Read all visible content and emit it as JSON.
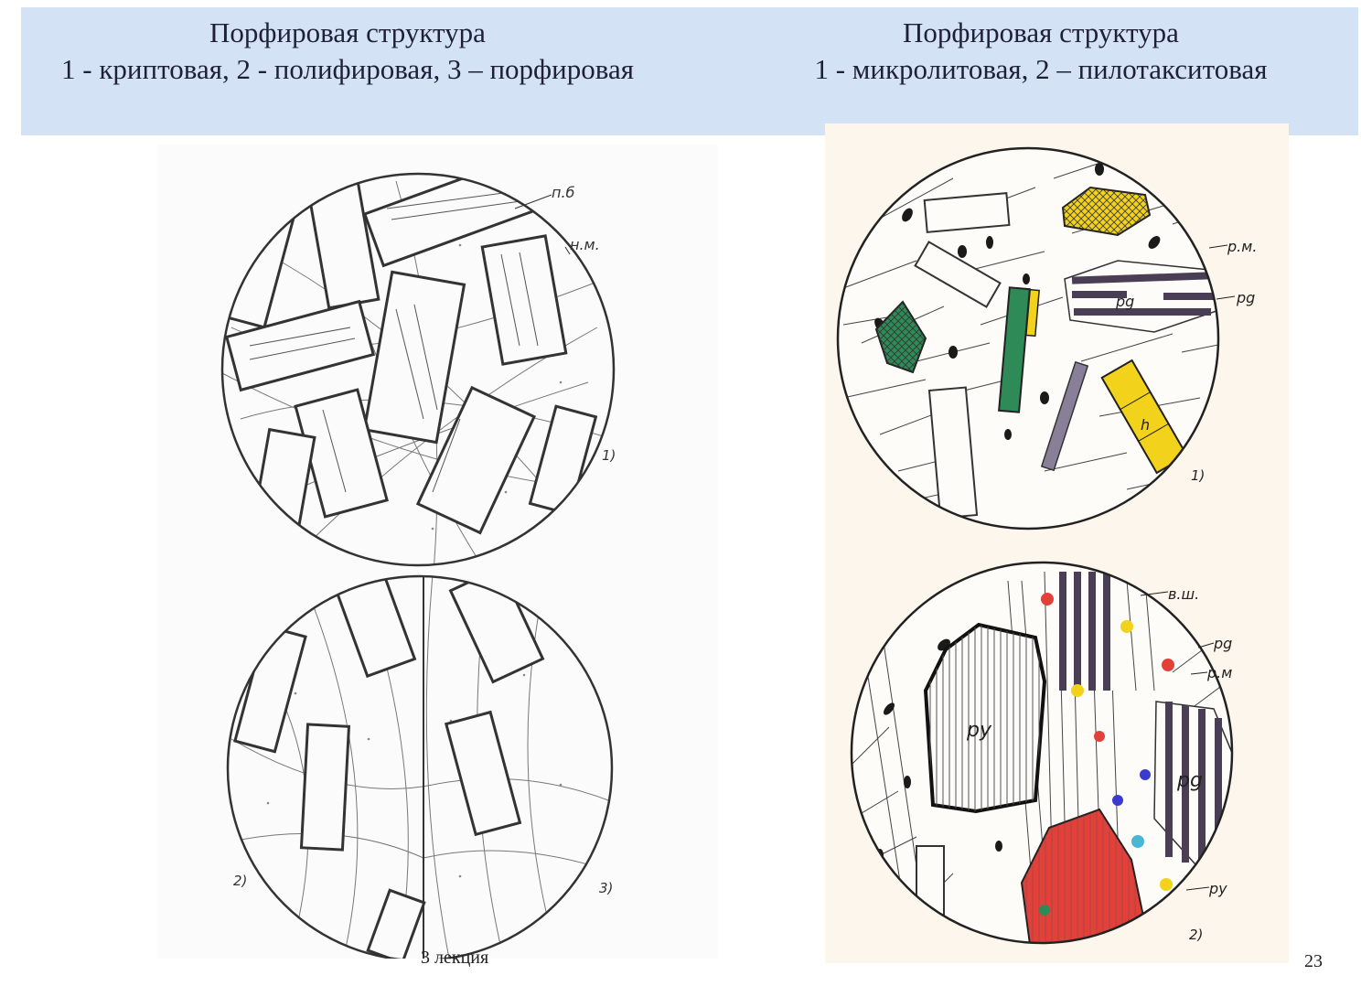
{
  "slide": {
    "title_left": {
      "line1": "Порфировая структура",
      "line2": "1 - криптовая, 2 - полифировая, 3 – порфировая"
    },
    "title_right": {
      "line1": "Порфировая структура",
      "line2": "1 - микролитовая, 2 – пилотакситовая"
    },
    "footer_lecture": "3 лекция",
    "page_number": "23"
  },
  "left_figure": {
    "label_pb": "п.б",
    "label_nm": "н.м.",
    "label_1": "1)",
    "label_2": "2)",
    "label_3": "3)"
  },
  "right_figure": {
    "top": {
      "label_rm": "р.м.",
      "label_rg_callout": "рg",
      "label_rg_inner": "рg",
      "label_h": "h",
      "label_1": "1)"
    },
    "bottom": {
      "label_vsh": "в.ш.",
      "label_rg_callout": "рg",
      "label_rm": "р.м",
      "label_ru_callout": "ру",
      "label_ru_inner": "ру",
      "label_rg_inner": "рg",
      "label_2": "2)"
    }
  },
  "colors": {
    "header_bg": "#d3e3f5",
    "green_mineral": "#2e8b57",
    "yellow_mineral": "#f2d21b",
    "red_mineral": "#e3403a",
    "dark_stripes": "#4a3e55",
    "panel_right_bg": "#fdf6ec"
  }
}
